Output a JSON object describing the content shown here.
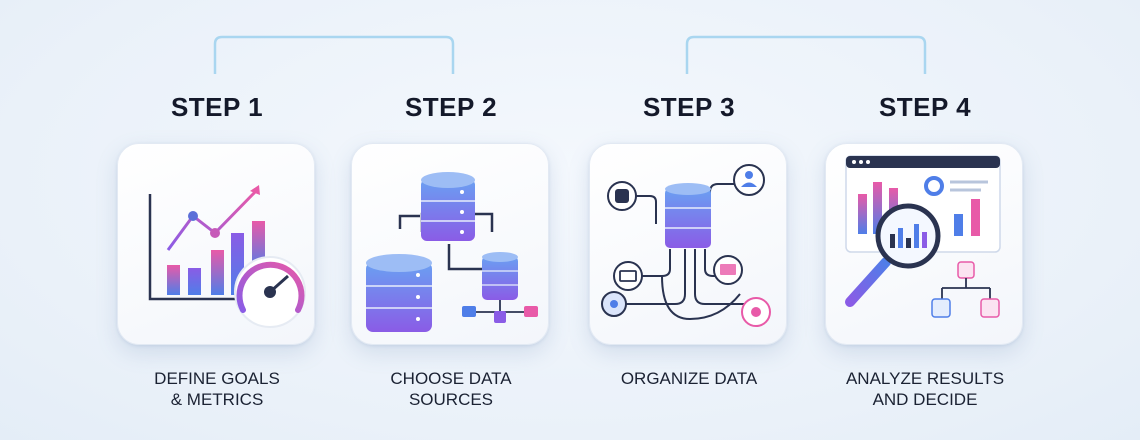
{
  "steps": [
    {
      "title": "STEP 1",
      "caption": [
        "DEFINE GOALS",
        "& METRICS"
      ],
      "icon": "goals-metrics-icon"
    },
    {
      "title": "STEP 2",
      "caption": [
        "CHOOSE DATA",
        "SOURCES"
      ],
      "icon": "data-sources-icon"
    },
    {
      "title": "STEP 3",
      "caption": [
        "ORGANIZE DATA"
      ],
      "icon": "organize-data-icon"
    },
    {
      "title": "STEP 4",
      "caption": [
        "ANALYZE RESULTS",
        "AND DECIDE"
      ],
      "icon": "analyze-results-icon"
    }
  ],
  "colors": {
    "accent_blue": "#4f7ee8",
    "accent_pink": "#e85aa8",
    "accent_purple": "#8a5ce6",
    "connector": "#a9d6f0",
    "text": "#14192a"
  }
}
